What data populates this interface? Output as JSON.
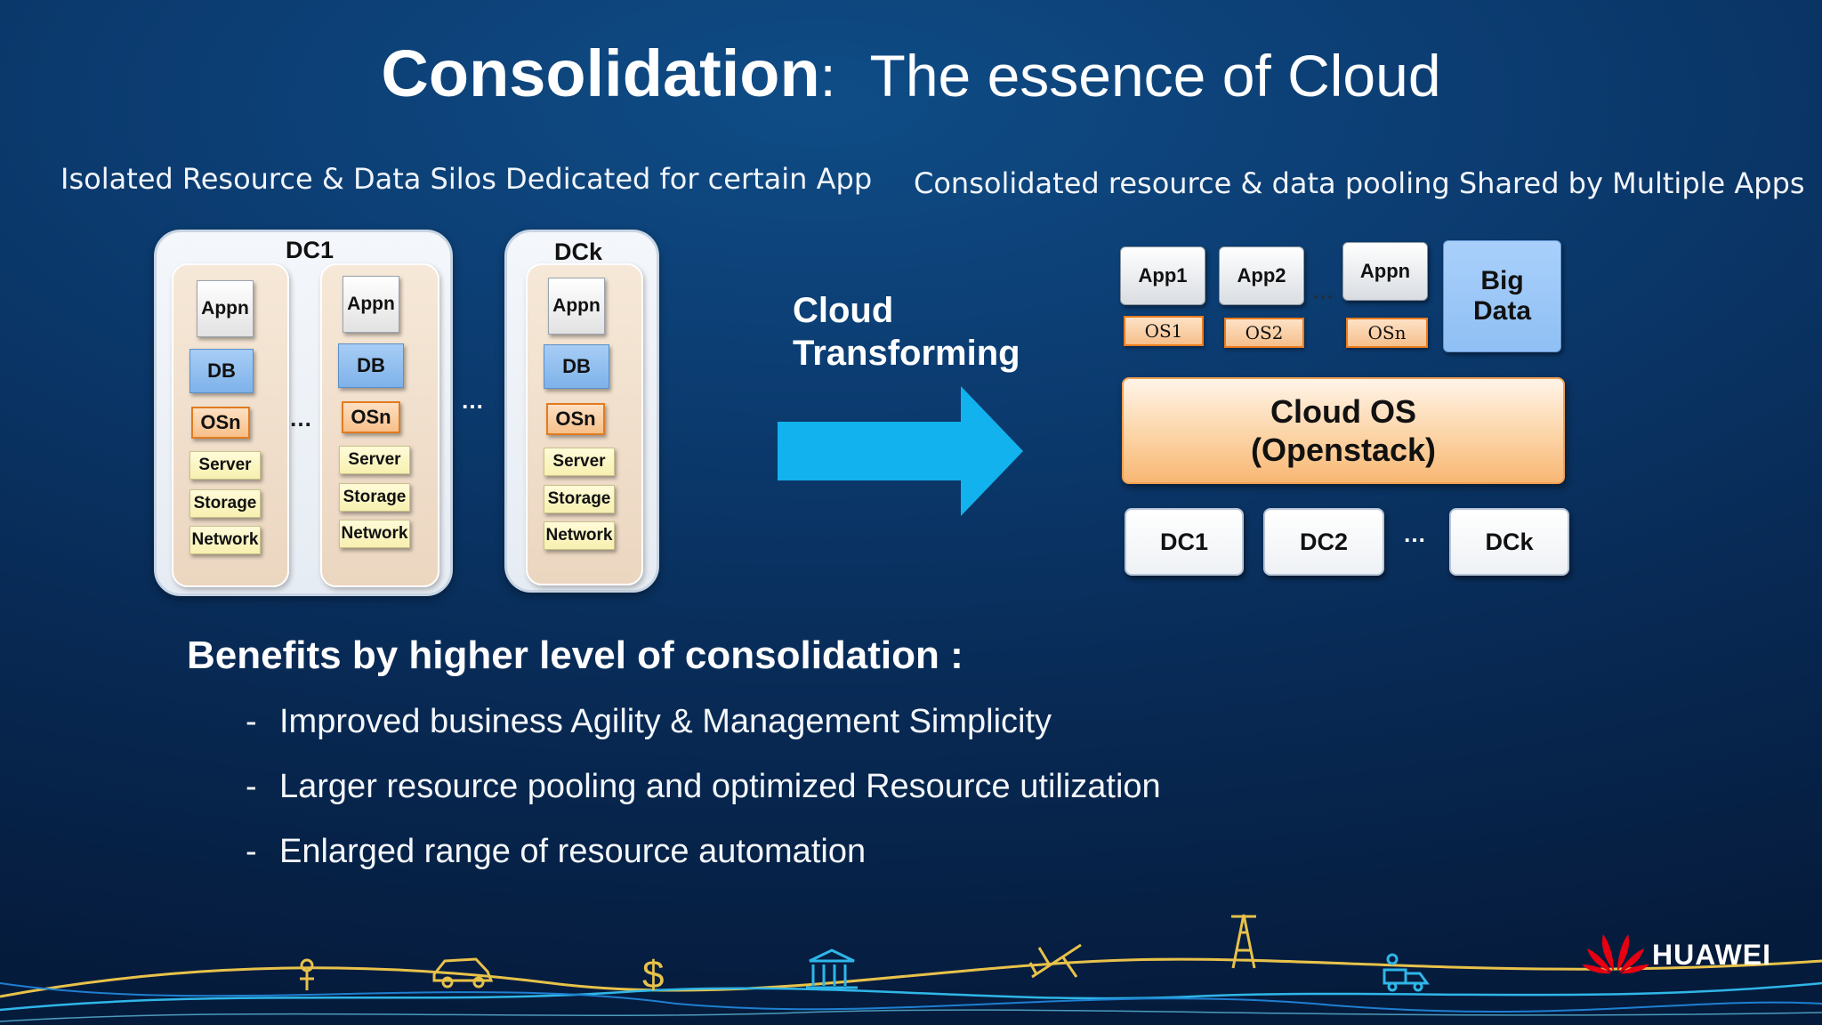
{
  "title": {
    "main": "Consolidation",
    "colon": ":",
    "sub": "The essence of Cloud"
  },
  "left": {
    "caption": "Isolated Resource & Data Silos Dedicated for certain App",
    "panels": [
      {
        "label": "DC1",
        "columns": [
          {
            "app": "Appn",
            "db": "DB",
            "os": "OSn",
            "server": "Server",
            "storage": "Storage",
            "network": "Network"
          },
          {
            "app": "Appn",
            "db": "DB",
            "os": "OSn",
            "server": "Server",
            "storage": "Storage",
            "network": "Network"
          }
        ],
        "ellipsis": "…"
      },
      {
        "label": "DCk",
        "columns": [
          {
            "app": "Appn",
            "db": "DB",
            "os": "OSn",
            "server": "Server",
            "storage": "Storage",
            "network": "Network"
          }
        ]
      }
    ],
    "between_ellipsis": "…"
  },
  "transform": {
    "line1": "Cloud",
    "line2": "Transforming",
    "arrow_color": "#12b2ee"
  },
  "right": {
    "caption": "Consolidated resource & data pooling Shared by Multiple Apps",
    "apps": [
      {
        "app": "App1",
        "os": "OS1"
      },
      {
        "app": "App2",
        "os": "OS2"
      },
      {
        "app": "Appn",
        "os": "OSn"
      }
    ],
    "apps_ellipsis": "…",
    "bigdata": {
      "line1": "Big",
      "line2": "Data"
    },
    "cloud_os": {
      "line1": "Cloud OS",
      "line2": "(Openstack)"
    },
    "dcs": [
      "DC1",
      "DC2",
      "DCk"
    ],
    "dcs_ellipsis": "…"
  },
  "benefits": {
    "heading": "Benefits by higher level of consolidation :",
    "dash": "-",
    "items": [
      "Improved business Agility & Management Simplicity",
      "Larger resource pooling and optimized Resource utilization",
      "Enlarged range of resource automation"
    ]
  },
  "footer": {
    "brand": "HUAWEI",
    "brand_color": "#e60012",
    "dollar": "$",
    "icons": [
      "person-icon",
      "car-icon",
      "dollar-icon",
      "bank-icon",
      "airplane-icon",
      "tower-icon",
      "truck-icon"
    ]
  }
}
